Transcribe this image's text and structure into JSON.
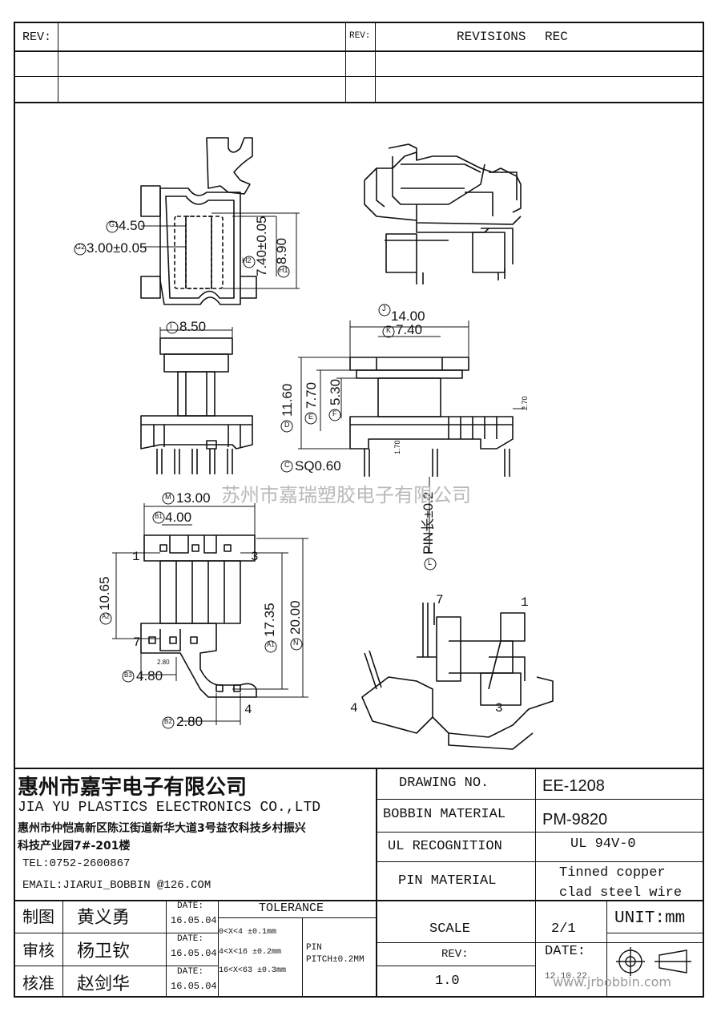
{
  "header": {
    "rev_label_left": "REV:",
    "rev_label_mid": "REV:",
    "revisions": "REVISIONS",
    "rec": "REC"
  },
  "drawing": {
    "top_view": {
      "g1": "4.50",
      "g2": "3.00±0.05",
      "h2": "7.40±0.05",
      "h1": "8.90",
      "g1_tag": "G1",
      "g2_tag": "G2",
      "h2_tag": "H2",
      "h1_tag": "H1"
    },
    "side_view_left": {
      "i": "8.50",
      "i_tag": "I"
    },
    "front_view": {
      "j": "14.00",
      "k": "7.40",
      "d": "11.60",
      "e": "7.70",
      "f": "5.30",
      "c": "SQ0.60",
      "pin_len": "PIN长±0.2",
      "dim_170": "1.70",
      "dim_270": "2.70",
      "j_tag": "J",
      "k_tag": "K",
      "d_tag": "D",
      "e_tag": "E",
      "f_tag": "F",
      "c_tag": "C",
      "l_tag": "L"
    },
    "bottom_view": {
      "m": "13.00",
      "b1": "4.00",
      "a2": "10.65",
      "a1": "17.35",
      "n": "20.00",
      "b3": "4.80",
      "b2": "2.80",
      "small_280": "2.80",
      "pin1": "1",
      "pin3": "3",
      "pin7": "7",
      "pin4": "4",
      "m_tag": "M",
      "b1_tag": "B1",
      "a2_tag": "A2",
      "a1_tag": "A1",
      "n_tag": "N",
      "b3_tag": "B3",
      "b2_tag": "B2"
    },
    "iso_bottom": {
      "pin7": "7",
      "pin1": "1",
      "pin4": "4",
      "pin3": "3"
    },
    "watermark": "苏州市嘉瑞塑胶电子有限公司"
  },
  "company": {
    "name_cn": "惠州市嘉宇电子有限公司",
    "name_en": "JIA YU PLASTICS ELECTRONICS CO.,LTD",
    "address_line1": "惠州市仲恺高新区陈江街道新华大道3号益农科技乡村振兴",
    "address_line2": "科技产业园7#-201楼",
    "tel": "TEL:0752-2600867",
    "email": "EMAIL:JIARUI_BOBBIN @126.COM"
  },
  "info": {
    "drawing_no_label": "DRAWING   NO.",
    "drawing_no": "EE-1208",
    "bobbin_material_label": "BOBBIN   MATERIAL",
    "bobbin_material": "PM-9820",
    "ul_label": "UL RECOGNITION",
    "ul_value": "UL 94V-0",
    "pin_material_label": "PIN MATERIAL",
    "pin_material_line1": "Tinned copper",
    "pin_material_line2": "clad steel wire"
  },
  "approvals": [
    {
      "role": "制图",
      "name": "黄义勇",
      "date_label": "DATE:",
      "date": "16.05.04"
    },
    {
      "role": "审核",
      "name": "杨卫钦",
      "date_label": "DATE:",
      "date": "16.05.04"
    },
    {
      "role": "核准",
      "name": "赵剑华",
      "date_label": "DATE:",
      "date": "16.05.04"
    }
  ],
  "tolerance": {
    "title": "TOLERANCE",
    "rows": [
      "0<X<4  ±0.1mm",
      "4<X<16 ±0.2mm",
      "16<X<63 ±0.3mm"
    ],
    "pin_line1": "PIN",
    "pin_line2": "PITCH±0.2MM"
  },
  "scale": {
    "label": "SCALE",
    "value": "2/1",
    "unit": "UNIT:mm",
    "rev_label": "REV:",
    "rev_value": "1.0",
    "date_label": "DATE:",
    "date_value": "12.10.22"
  },
  "footer_watermark": "www.jrbobbin.com"
}
